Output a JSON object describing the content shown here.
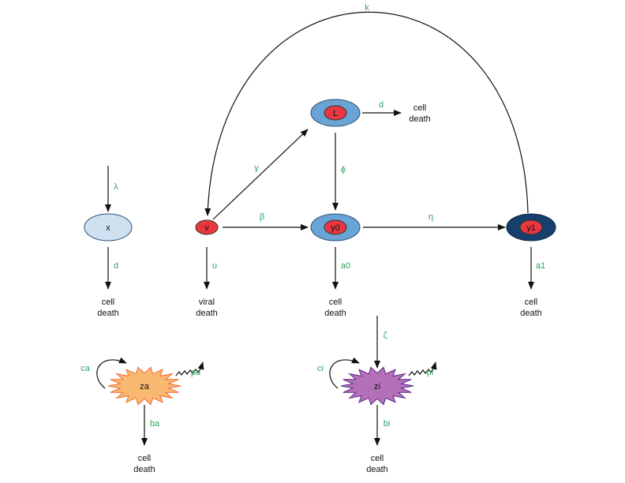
{
  "nodes": {
    "x": "x",
    "v": "v",
    "L": "L",
    "y0": "y0",
    "y1": "y1",
    "za": "za",
    "zi": "zi"
  },
  "rates": {
    "k": "k",
    "lambda": "λ",
    "d_x": "d",
    "gamma": "γ",
    "beta": "β",
    "u": "u",
    "d_L": "d",
    "phi": "ϕ",
    "eta": "η",
    "a0": "a0",
    "a1": "a1",
    "zeta": "ζ",
    "ca": "ca",
    "pa": "pa",
    "ba": "ba",
    "ci": "ci",
    "pi": "pi",
    "bi": "bi"
  },
  "sinks": {
    "cell": "cell",
    "death": "death",
    "viral": "viral"
  },
  "colors": {
    "label": "#2ea35c",
    "infected_cell": "#6aa3d5",
    "productive_cell": "#163f6b",
    "target_cell": "#cfe0f0",
    "virus": "#e8373f",
    "za": "#f8b870",
    "zi": "#b36fb8"
  }
}
